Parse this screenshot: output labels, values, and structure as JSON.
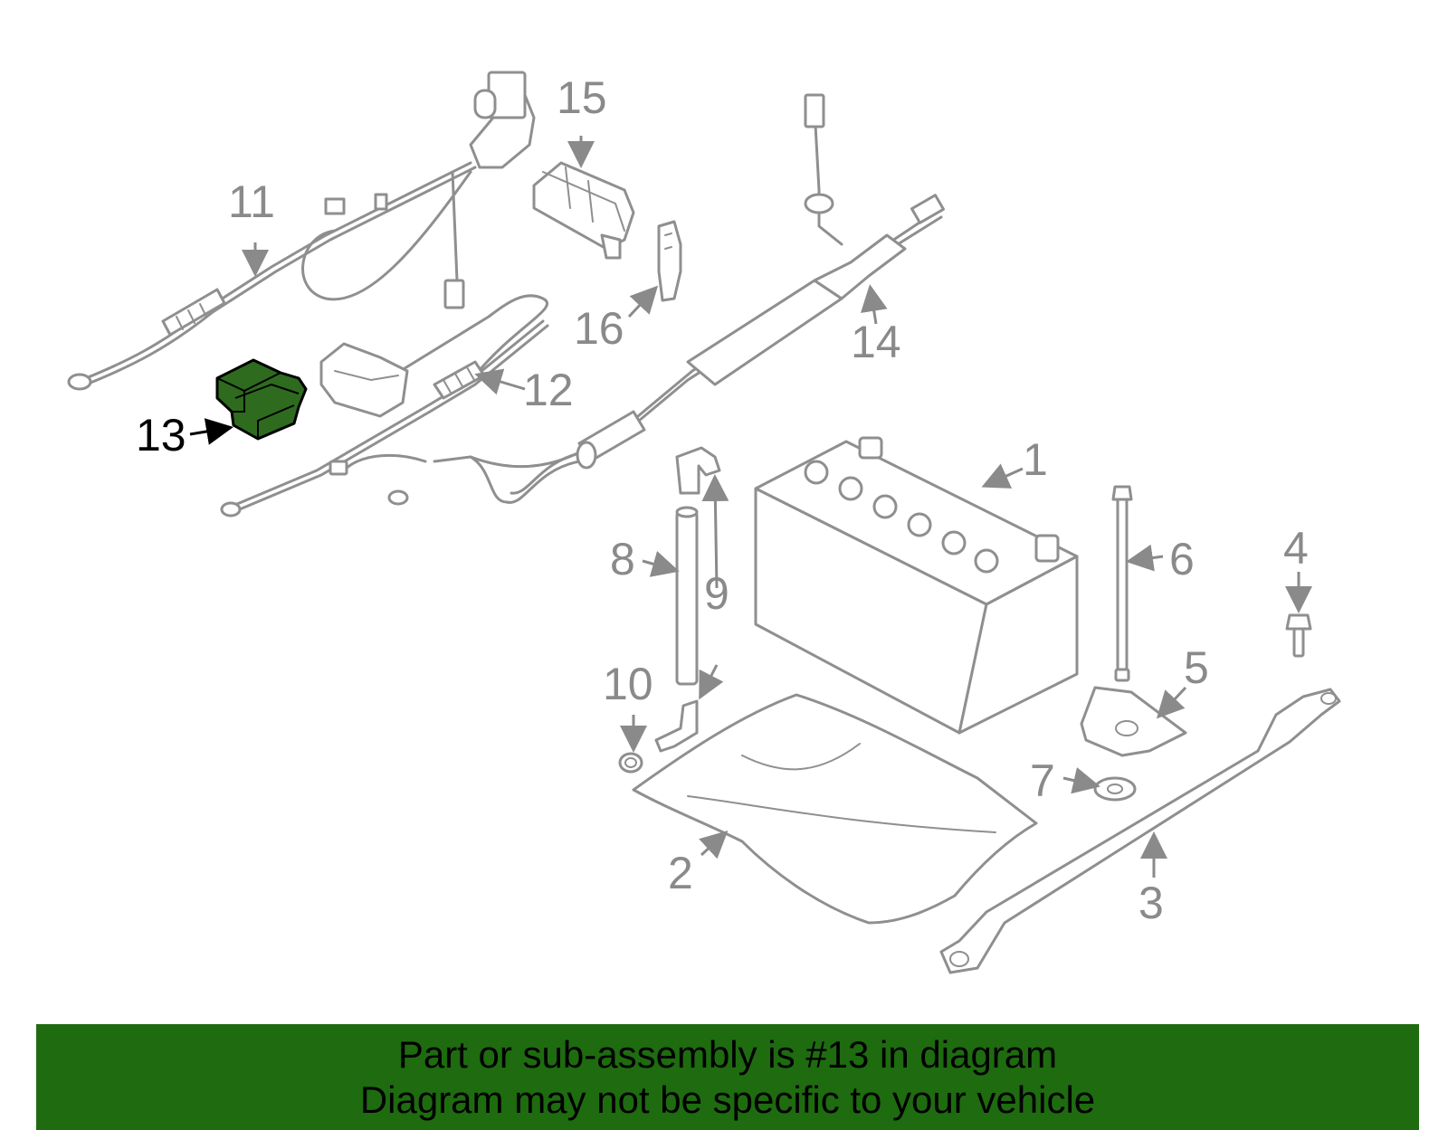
{
  "callouts": {
    "c1": "1",
    "c2": "2",
    "c3": "3",
    "c4": "4",
    "c5": "5",
    "c6": "6",
    "c7": "7",
    "c8": "8",
    "c9": "9",
    "c10": "10",
    "c11": "11",
    "c12": "12",
    "c13": "13",
    "c14": "14",
    "c15": "15",
    "c16": "16"
  },
  "highlight": {
    "part": "13",
    "color": "#2e6b1f"
  },
  "banner": {
    "line1": "Part or sub-assembly is #13 in diagram",
    "line2": "Diagram may not be specific to your vehicle",
    "background": "#1e6b10"
  }
}
